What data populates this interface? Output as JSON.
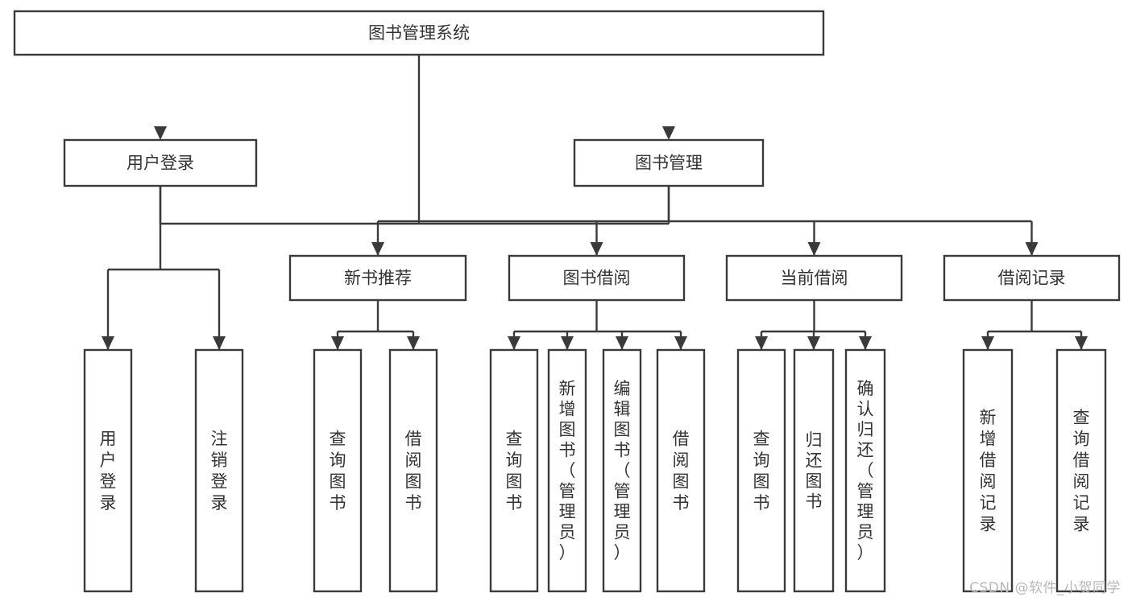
{
  "diagram": {
    "title": "图书管理系统",
    "type": "hierarchy-tree",
    "watermark": "CSDN @软件_小贺同学",
    "colors": {
      "stroke": "#3a3a3a",
      "text": "#333333",
      "background": "#ffffff",
      "watermark": "#b8b8b8"
    },
    "nodes": {
      "root": {
        "label": "图书管理系统"
      },
      "level2": [
        {
          "id": "user-login",
          "label": "用户登录"
        },
        {
          "id": "book-manage",
          "label": "图书管理"
        }
      ],
      "level3": [
        {
          "id": "new-book-recommend",
          "label": "新书推荐"
        },
        {
          "id": "book-borrow",
          "label": "图书借阅"
        },
        {
          "id": "current-borrow",
          "label": "当前借阅"
        },
        {
          "id": "borrow-record",
          "label": "借阅记录"
        }
      ],
      "leaves": {
        "user-login": [
          {
            "id": "leaf-user-login",
            "label": "用户登录"
          },
          {
            "id": "leaf-user-logout",
            "label": "注销登录"
          }
        ],
        "new-book-recommend": [
          {
            "id": "leaf-query-book-1",
            "label": "查询图书"
          },
          {
            "id": "leaf-borrow-book-1",
            "label": "借阅图书"
          }
        ],
        "book-borrow": [
          {
            "id": "leaf-query-book-2",
            "label": "查询图书"
          },
          {
            "id": "leaf-add-book",
            "label": "新增图书（管理员）"
          },
          {
            "id": "leaf-edit-book",
            "label": "编辑图书（管理员）"
          },
          {
            "id": "leaf-borrow-book-2",
            "label": "借阅图书"
          }
        ],
        "current-borrow": [
          {
            "id": "leaf-query-book-3",
            "label": "查询图书"
          },
          {
            "id": "leaf-return-book",
            "label": "归还图书"
          },
          {
            "id": "leaf-confirm-return",
            "label": "确认归还（管理员）"
          }
        ],
        "borrow-record": [
          {
            "id": "leaf-add-record",
            "label": "新增借阅记录"
          },
          {
            "id": "leaf-query-record",
            "label": "查询借阅记录"
          }
        ]
      }
    }
  }
}
